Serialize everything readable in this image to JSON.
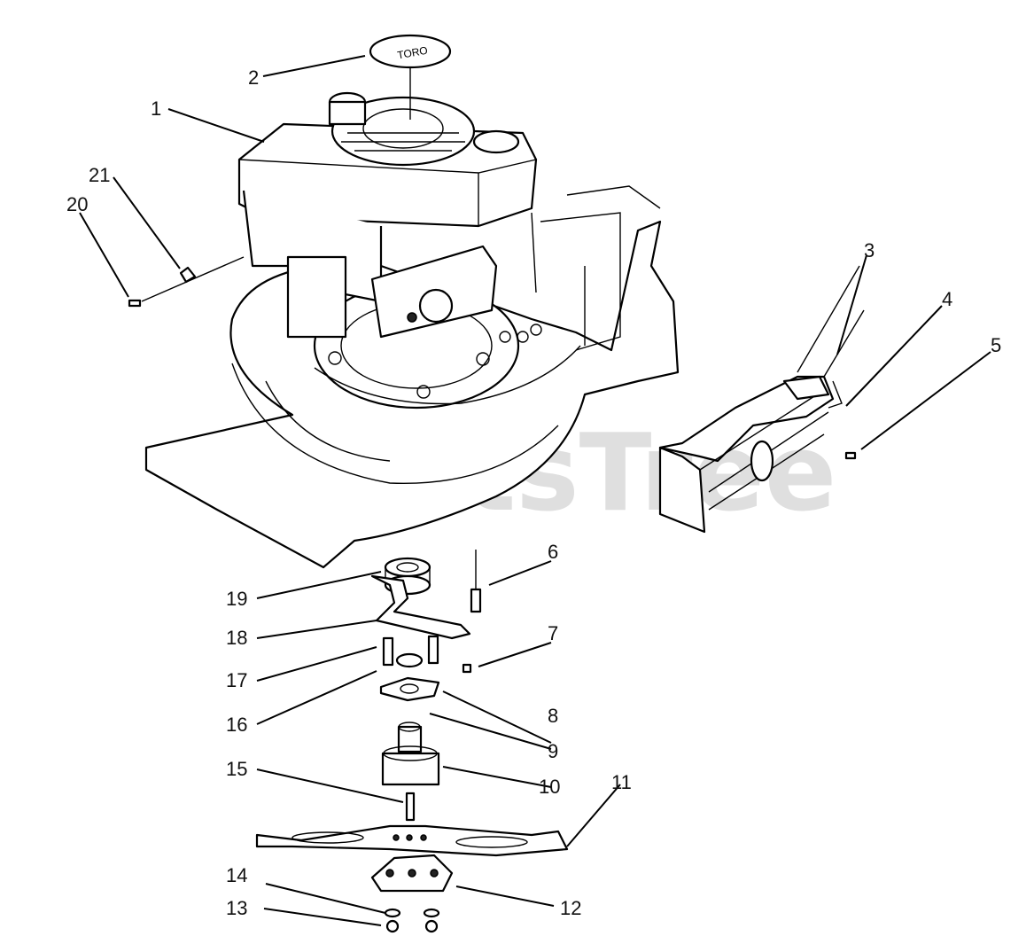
{
  "watermark": "PartsTree",
  "decal_text": "TORO",
  "callouts": [
    {
      "id": "1",
      "label": "1"
    },
    {
      "id": "2",
      "label": "2"
    },
    {
      "id": "3",
      "label": "3"
    },
    {
      "id": "4",
      "label": "4"
    },
    {
      "id": "5",
      "label": "5"
    },
    {
      "id": "6",
      "label": "6"
    },
    {
      "id": "7",
      "label": "7"
    },
    {
      "id": "8",
      "label": "8"
    },
    {
      "id": "9",
      "label": "9"
    },
    {
      "id": "10",
      "label": "10"
    },
    {
      "id": "11",
      "label": "11"
    },
    {
      "id": "12",
      "label": "12"
    },
    {
      "id": "13",
      "label": "13"
    },
    {
      "id": "14",
      "label": "14"
    },
    {
      "id": "15",
      "label": "15"
    },
    {
      "id": "16",
      "label": "16"
    },
    {
      "id": "17",
      "label": "17"
    },
    {
      "id": "18",
      "label": "18"
    },
    {
      "id": "19",
      "label": "19"
    },
    {
      "id": "20",
      "label": "20"
    },
    {
      "id": "21",
      "label": "21"
    }
  ]
}
